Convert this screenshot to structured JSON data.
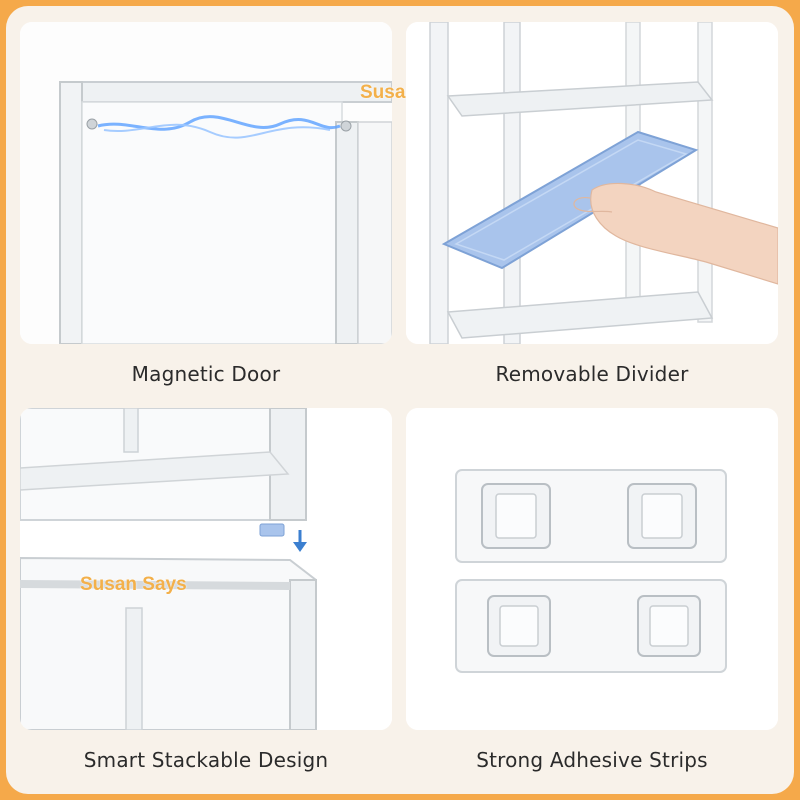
{
  "panels": [
    {
      "caption": "Magnetic Door",
      "watermark": "Susan Says"
    },
    {
      "caption": "Removable Divider",
      "watermark": ""
    },
    {
      "caption": "Smart Stackable Design",
      "watermark": "Susan Says"
    },
    {
      "caption": "Strong Adhesive Strips",
      "watermark": ""
    }
  ],
  "colors": {
    "border": "#f5a94a",
    "background": "#f8f2ea",
    "caption_text": "#2b2b2b",
    "watermark": "#f3b04a",
    "divider_blue": "#a9c4ec",
    "magnet_glow": "#5aa0ff"
  }
}
